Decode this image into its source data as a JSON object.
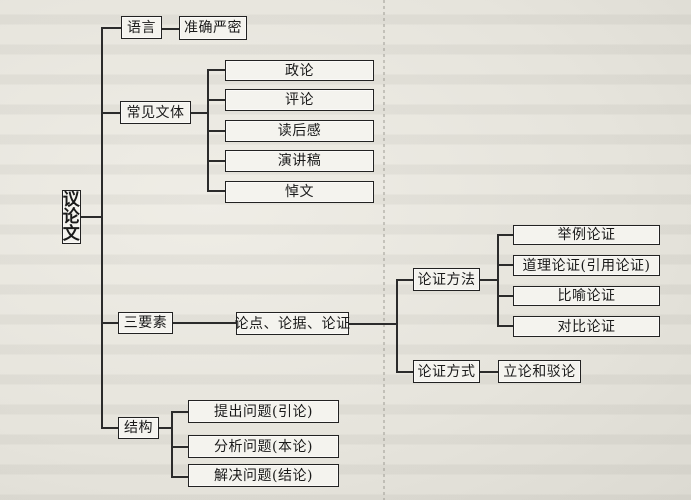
{
  "diagram": {
    "type": "mind-map",
    "root": {
      "label": "议论文",
      "chars": [
        "议",
        "论",
        "文"
      ]
    },
    "branches": [
      {
        "label": "语言",
        "children": [
          {
            "label": "准确严密"
          }
        ]
      },
      {
        "label": "常见文体",
        "children": [
          {
            "label": "政论"
          },
          {
            "label": "评论"
          },
          {
            "label": "读后感"
          },
          {
            "label": "演讲稿"
          },
          {
            "label": "悼文"
          }
        ]
      },
      {
        "label": "三要素",
        "children": [
          {
            "label": "论点、论据、论证",
            "children": [
              {
                "label": "论证方法",
                "children": [
                  {
                    "label": "举例论证"
                  },
                  {
                    "label": "道理论证(引用论证)"
                  },
                  {
                    "label": "比喻论证"
                  },
                  {
                    "label": "对比论证"
                  }
                ]
              },
              {
                "label": "论证方式",
                "children": [
                  {
                    "label": "立论和驳论"
                  }
                ]
              }
            ]
          }
        ]
      },
      {
        "label": "结构",
        "children": [
          {
            "label": "提出问题(引论)"
          },
          {
            "label": "分析问题(本论)"
          },
          {
            "label": "解决问题(结论)"
          }
        ]
      }
    ]
  },
  "colors": {
    "paper": "#e9e7e0",
    "box_fill": "#f4f3ee",
    "ink": "#1a1a1a"
  }
}
